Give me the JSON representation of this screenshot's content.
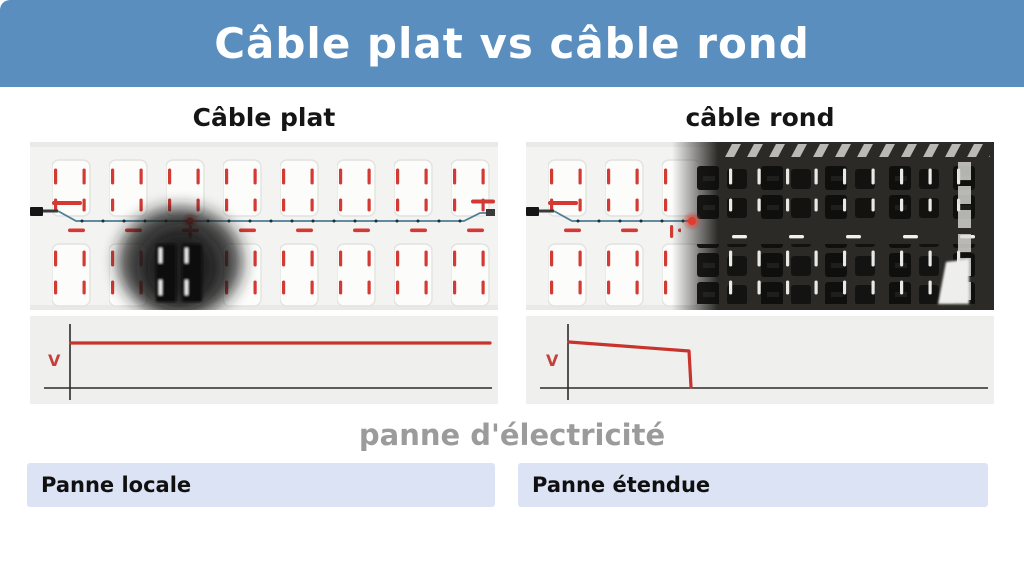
{
  "header": {
    "title": "Câble plat vs câble rond"
  },
  "left": {
    "heading": "Câble plat",
    "graph_ylabel": "V",
    "label": "Panne locale"
  },
  "right": {
    "heading": "câble rond",
    "graph_ylabel": "V",
    "label": "Panne étendue"
  },
  "caption": "panne d'électricité",
  "colors": {
    "header_bg": "#5a8ebf",
    "header_text": "#ffffff",
    "accent_red": "#d23a32",
    "cable_line": "#4d7e93",
    "label_bg": "#dce3f4",
    "label_text": "#111111",
    "caption_text": "#9b9b9b",
    "blackout_dark": "#2b2a27",
    "panel_bg": "#f3f3f1",
    "graph_bg": "#efefee"
  },
  "chart_data": [
    {
      "type": "line",
      "name": "Câble plat — tension",
      "ylabel": "V",
      "x_norm": [
        0,
        1
      ],
      "y_norm": [
        1,
        1
      ],
      "description": "tension constante sur toute la durée"
    },
    {
      "type": "line",
      "name": "câble rond — tension",
      "ylabel": "V",
      "x_norm": [
        0,
        0.3,
        0.31
      ],
      "y_norm": [
        1,
        0.88,
        0
      ],
      "description": "tension chute à zéro à environ 30% de l'axe"
    }
  ]
}
